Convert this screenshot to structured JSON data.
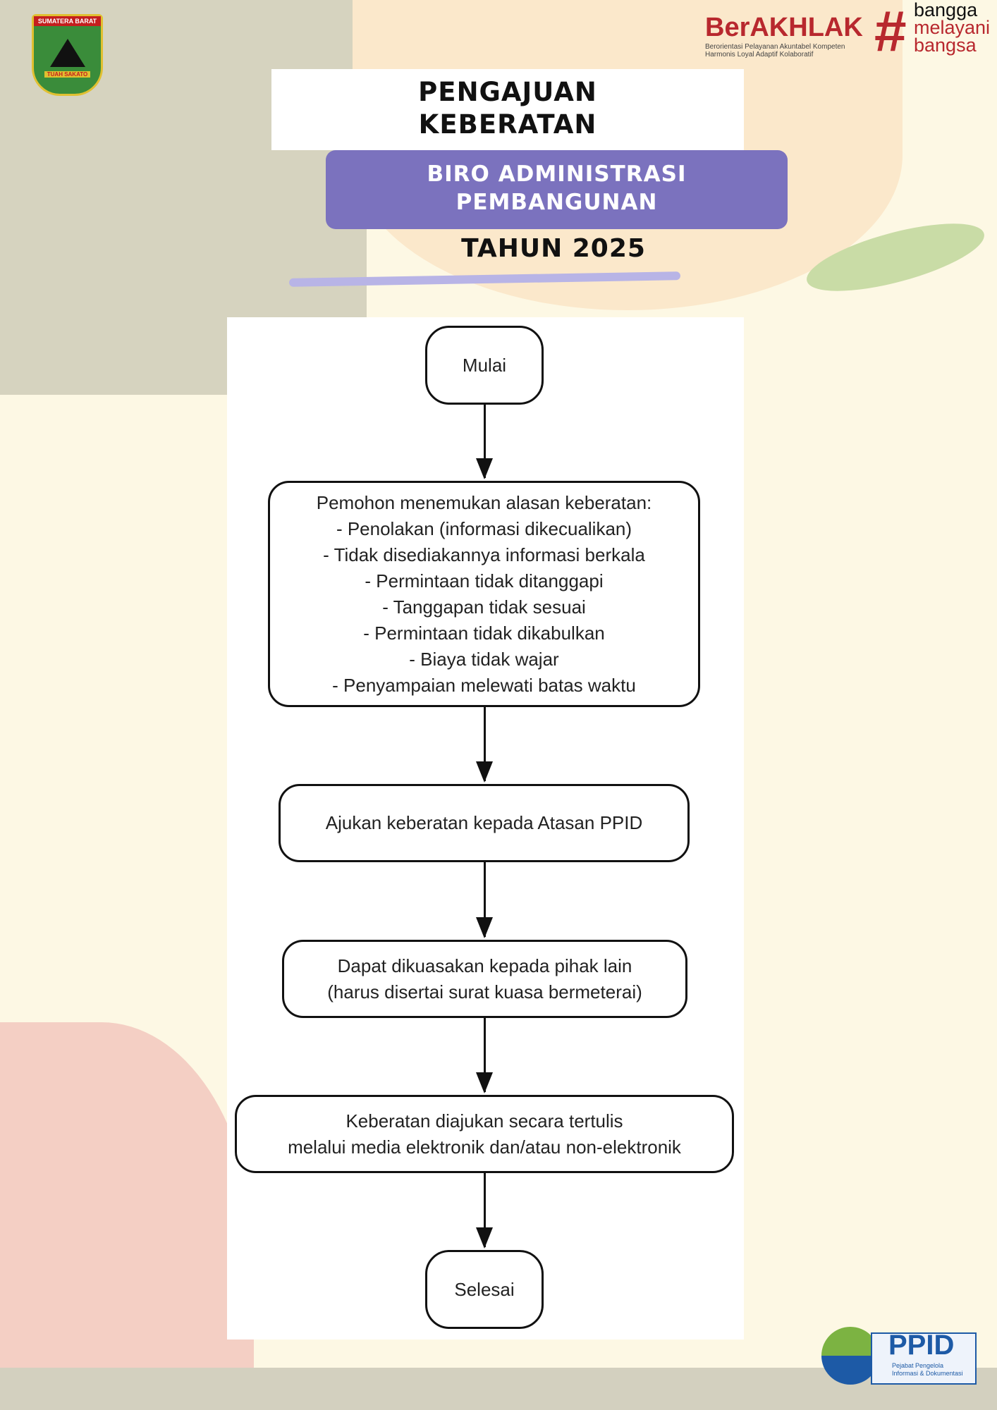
{
  "header": {
    "title_line1": "PENGAJUAN",
    "title_line2": "KEBERATAN",
    "subtitle_line1": "BIRO ADMINISTRASI",
    "subtitle_line2": "PEMBANGUNAN",
    "year": "TAHUN 2025"
  },
  "logos": {
    "province": {
      "top": "SUMATERA BARAT",
      "bottom": "TUAH SAKATO"
    },
    "berakhlak": {
      "name": "BerAKHLAK",
      "tagline1": "Berorientasi Pelayanan Akuntabel Kompeten",
      "tagline2": "Harmonis Loyal Adaptif Kolaboratif",
      "hash": "#",
      "slogan": [
        "bangga",
        "melayani",
        "bangsa"
      ]
    },
    "ppid": {
      "name": "PPID",
      "desc1": "Pejabat Pengelola",
      "desc2": "Informasi & Dokumentasi"
    }
  },
  "flow": {
    "start": "Mulai",
    "step1": [
      "Pemohon menemukan alasan keberatan:",
      "- Penolakan (informasi dikecualikan)",
      "- Tidak disediakannya informasi berkala",
      "- Permintaan tidak ditanggapi",
      "- Tanggapan tidak sesuai",
      "- Permintaan tidak dikabulkan",
      "- Biaya tidak wajar",
      "- Penyampaian melewati batas waktu"
    ],
    "step2": "Ajukan keberatan kepada Atasan PPID",
    "step3": [
      "Dapat dikuasakan kepada pihak lain",
      "(harus disertai surat kuasa bermeterai)"
    ],
    "step4": [
      "Keberatan diajukan secara tertulis",
      "melalui media elektronik dan/atau non-elektronik"
    ],
    "end": "Selesai"
  },
  "colors": {
    "purple": "#7b72be",
    "red": "#b8282e",
    "blue": "#1d5aa6",
    "green": "#7cb342"
  }
}
